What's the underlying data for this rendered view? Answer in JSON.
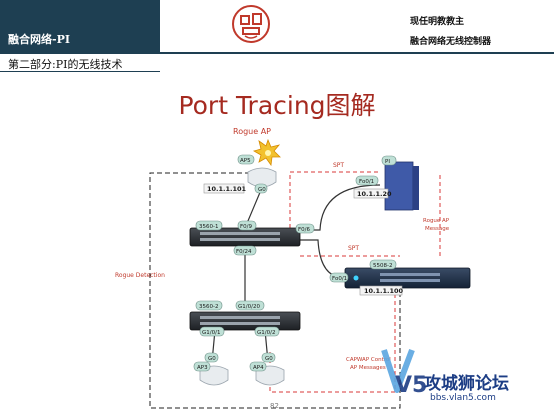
{
  "header": {
    "course": "融合网络-PI",
    "section": "第二部分:PI的无线技术",
    "top_right_line1": "现任明教教主",
    "top_right_line2": "融合网络无线控制器",
    "logo": "seal-logo"
  },
  "slide": {
    "title": "Port Tracing图解",
    "page_number": "82"
  },
  "diagram": {
    "rogue_ap_label": "Rogue AP",
    "ap5": "AP5",
    "ap5_port": "G0",
    "ap5_ip": "10.1.1.101",
    "pi": "PI",
    "pi_port": "Fo0/1",
    "pi_ip": "10.1.1.20",
    "sw1": "3560-1",
    "sw1_port_top": "F0/9",
    "sw1_port_right": "F0/6",
    "sw1_port_bottom": "F0/24",
    "spt_top": "SPT",
    "spt_mid": "SPT",
    "rogue_msg_line1": "Rogue AP",
    "rogue_msg_line2": "Message",
    "wlc": "5508-2",
    "wlc_port": "Fo0/1",
    "wlc_ip": "10.1.1.100",
    "rogue_detection": "Rogue Detection",
    "sw2": "3560-2",
    "sw2_port_top": "G1/0/20",
    "sw2_port_left": "G1/0/1",
    "sw2_port_right": "G1/0/2",
    "ap3": "AP3",
    "ap3_port": "G0",
    "ap4": "AP4",
    "ap4_port": "G0",
    "capwap_line1": "CAPWAP Control",
    "capwap_line2": "AP Messages"
  },
  "watermark": {
    "text": "攻城狮论坛",
    "url": "bbs.vlan5.com",
    "mark": "V5"
  },
  "colors": {
    "header": "#1e3f52",
    "title": "#a52a20",
    "red": "#d9383a",
    "label_bubble": "#bfe0d6"
  }
}
